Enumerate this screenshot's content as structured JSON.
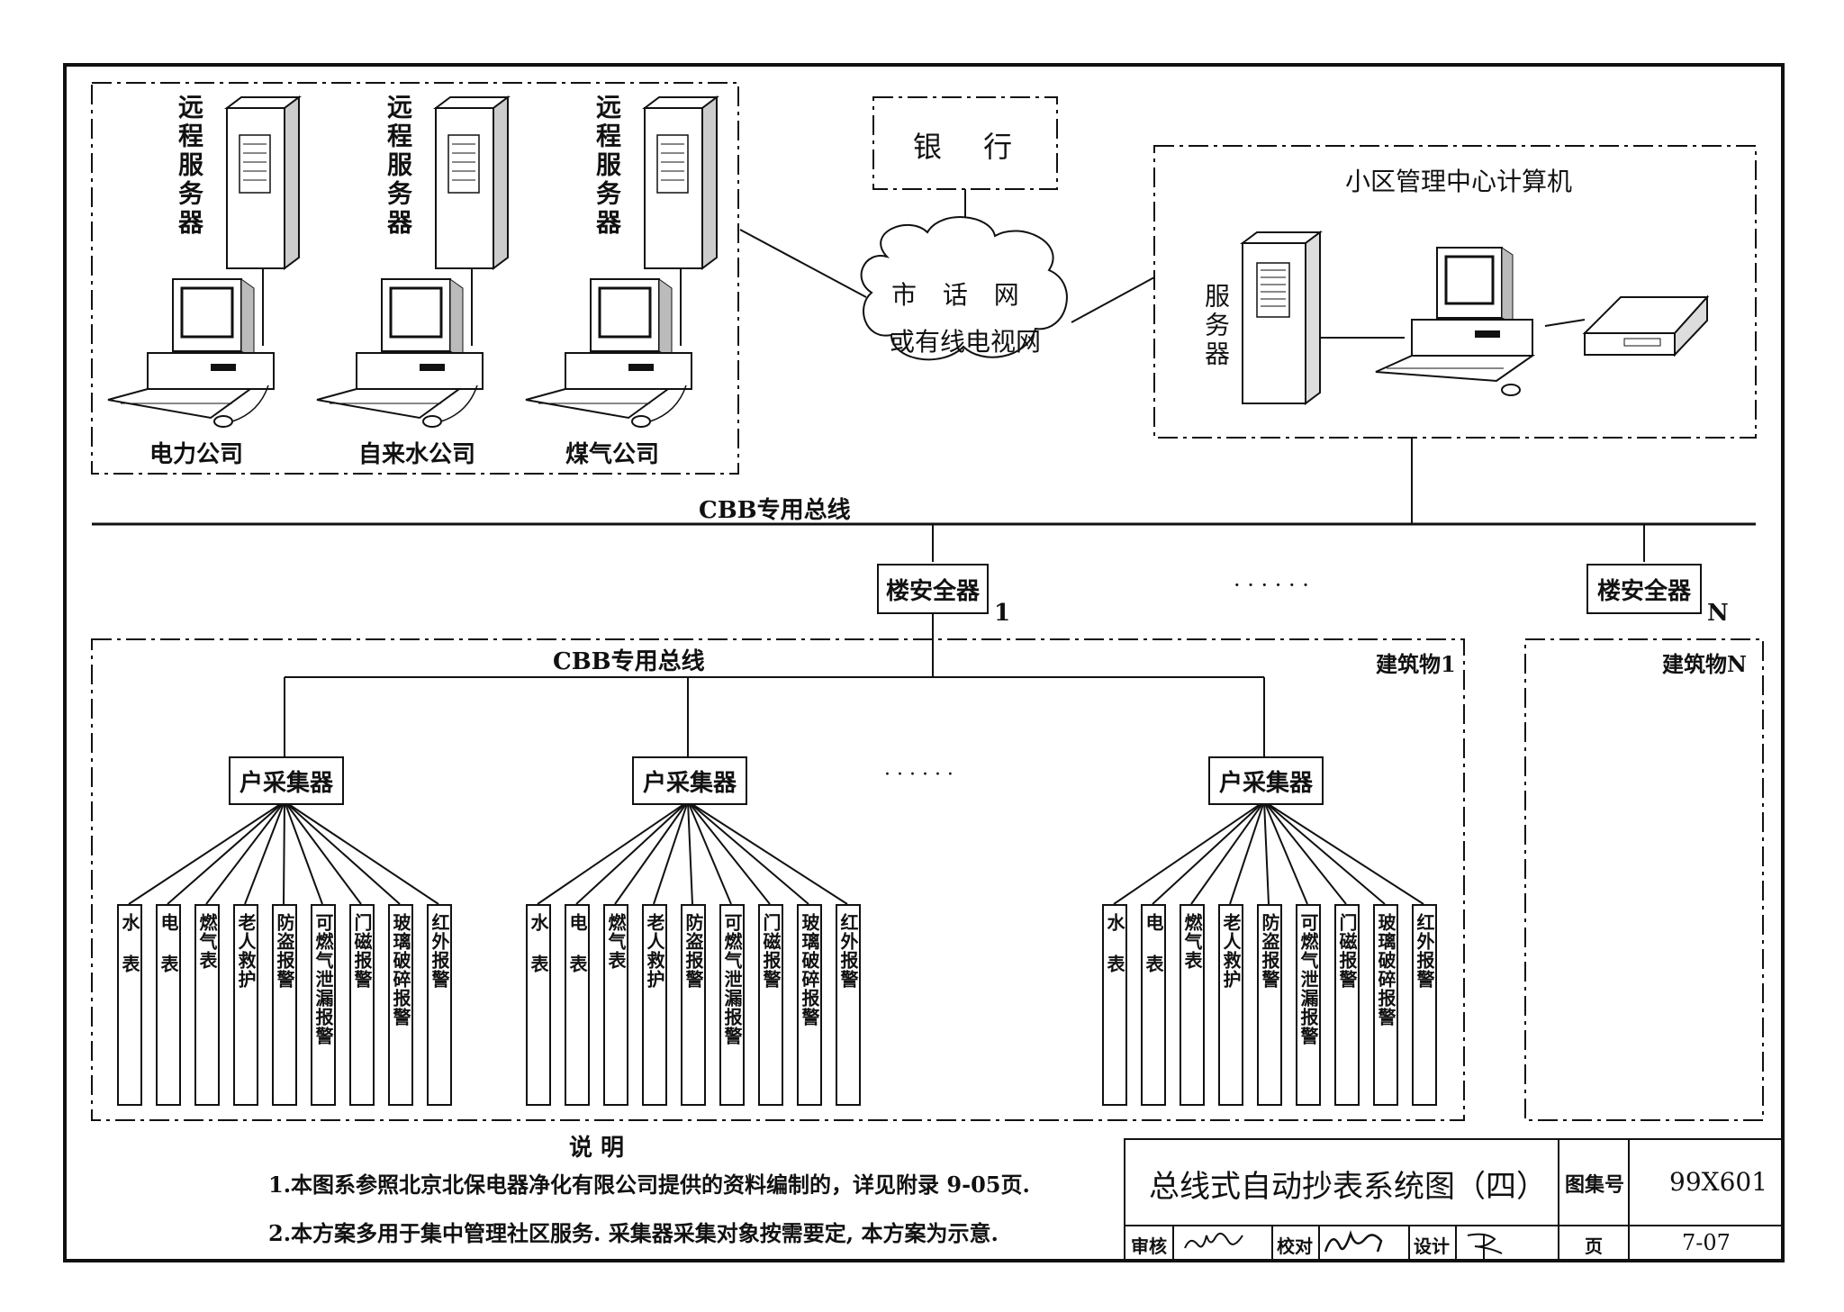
{
  "remote_servers": {
    "label": "远程服务器",
    "companies": [
      "电力公司",
      "自来水公司",
      "煤气公司"
    ]
  },
  "bank": {
    "label": "银  行"
  },
  "network": {
    "line1": "市 话 网",
    "line2": "或有线电视网"
  },
  "management": {
    "title": "小区管理中心计算机",
    "server_label": "服务器"
  },
  "bus": {
    "main": "CBB专用总线",
    "building": "CBB专用总线"
  },
  "building_guard": {
    "label": "楼安全器",
    "index1": "1",
    "indexN": "N"
  },
  "ellipsis": "· · · · · ·",
  "buildings": {
    "b1": "建筑物1",
    "bN": "建筑物N"
  },
  "collector": {
    "label": "户采集器"
  },
  "sensors": [
    "水  表",
    "电  表",
    "燃气表",
    "老人救护",
    "防盗报警",
    "可燃气泄漏报警",
    "门磁报警",
    "玻璃破碎报警",
    "红外报警"
  ],
  "notes": {
    "title": "说  明",
    "items": [
      "1.本图系参照北京北保电器净化有限公司提供的资料编制的，详见附录 9-05页.",
      "2.本方案多用于集中管理社区服务. 采集器采集对象按需要定, 本方案为示意."
    ]
  },
  "title_block": {
    "title": "总线式自动抄表系统图（四）",
    "atlas_label": "图集号",
    "atlas_no": "99X601",
    "review": "审核",
    "check": "校对",
    "design": "设计",
    "page_label": "页",
    "page_no": "7-07"
  }
}
